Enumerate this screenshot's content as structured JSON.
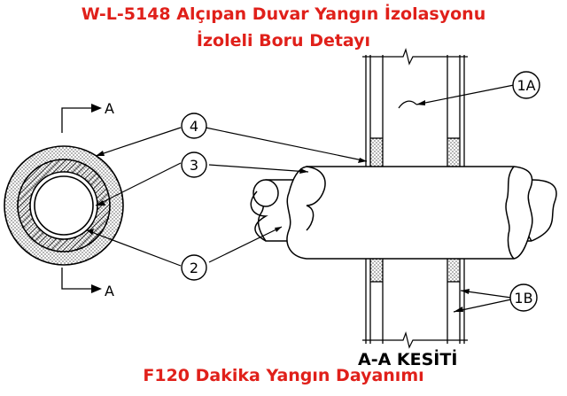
{
  "title_line1": "W-L-5148 Alçıpan Duvar Yangın İzolasyonu",
  "title_line2": "İzoleli Boru Detayı",
  "section_label": "A-A KESİTİ",
  "footer": "F120 Dakika Yangın Dayanımı",
  "callouts": {
    "c1a": "1A",
    "c1b": "1B",
    "c2": "2",
    "c3": "3",
    "c4": "4",
    "sec_top": "A",
    "sec_bottom": "A"
  },
  "colors": {
    "title": "#e0201a",
    "line": "#000000"
  }
}
